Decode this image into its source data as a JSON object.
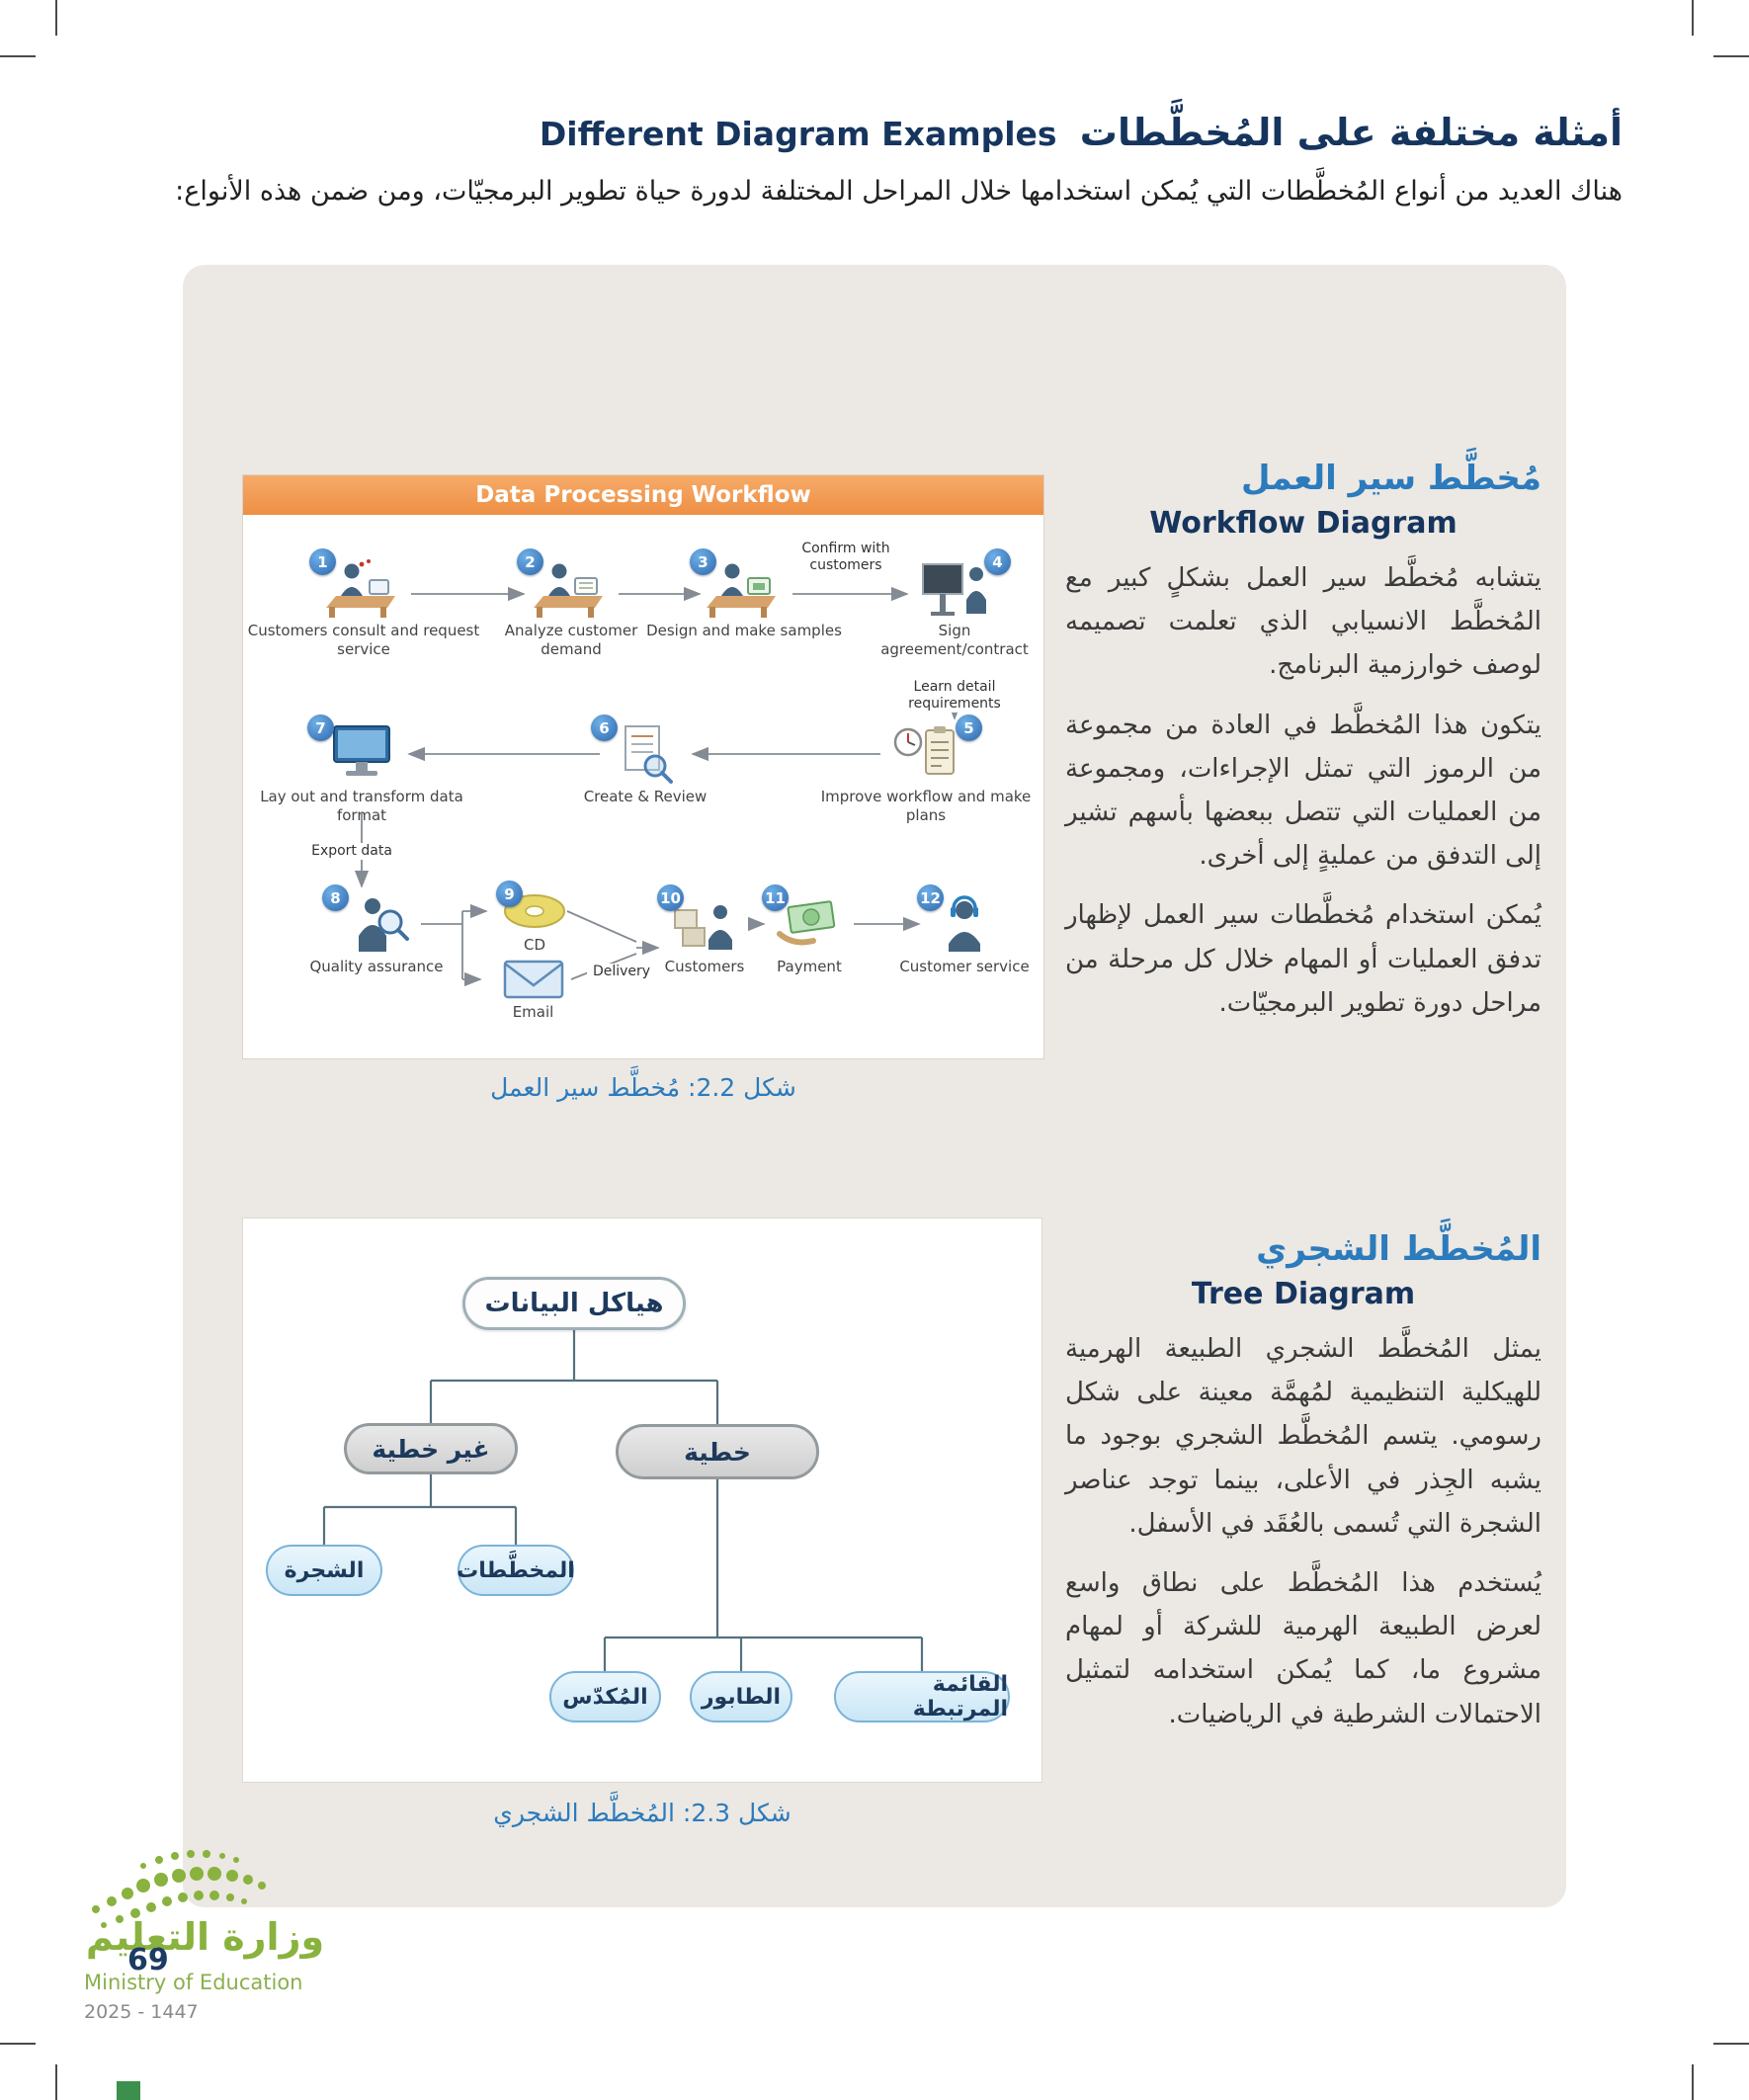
{
  "header": {
    "title_ar": "أمثلة مختلفة على المُخطَّطات",
    "title_en": "Different Diagram Examples",
    "intro": "هناك العديد من أنواع المُخطَّطات التي يُمكن استخدامها خلال المراحل المختلفة لدورة حياة تطوير البرمجيّات، ومن ضمن هذه الأنواع:"
  },
  "workflow": {
    "heading_ar": "مُخطَّط سير العمل",
    "heading_en": "Workflow Diagram",
    "paragraphs": [
      "يتشابه مُخطَّط سير العمل بشكلٍ كبير مع المُخطَّط الانسيابي الذي تعلمت تصميمه لوصف خوارزمية البرنامج.",
      "يتكون هذا المُخطَّط في العادة من مجموعة من الرموز التي تمثل الإجراءات، ومجموعة من العمليات التي تتصل ببعضها بأسهم تشير إلى التدفق من عمليةٍ إلى أخرى.",
      "يُمكن استخدام مُخطَّطات سير العمل لإظهار تدفق العمليات أو المهام خلال كل مرحلة من مراحل دورة تطوير البرمجيّات."
    ],
    "figure": {
      "title": "Data Processing Workflow",
      "caption": "شكل 2.2: مُخطَّط سير العمل",
      "steps": [
        {
          "num": "1",
          "label": "Customers consult and request service"
        },
        {
          "num": "2",
          "label": "Analyze customer demand"
        },
        {
          "num": "3",
          "label": "Design and make samples"
        },
        {
          "num": "4",
          "label": "Sign agreement/contract"
        },
        {
          "num": "5",
          "label": "Improve workflow and make plans"
        },
        {
          "num": "6",
          "label": "Create & Review"
        },
        {
          "num": "7",
          "label": "Lay out and transform data format"
        },
        {
          "num": "8",
          "label": "Quality assurance"
        },
        {
          "num": "9",
          "label": "CD"
        },
        {
          "num": "10",
          "label": "Customers"
        },
        {
          "num": "11",
          "label": "Payment"
        },
        {
          "num": "12",
          "label": "Customer service"
        }
      ],
      "annotations": {
        "confirm": "Confirm with customers",
        "learn": "Learn detail requirements",
        "export": "Export data",
        "delivery": "Delivery",
        "email": "Email"
      }
    }
  },
  "tree": {
    "heading_ar": "المُخطَّط الشجري",
    "heading_en": "Tree Diagram",
    "paragraphs": [
      "يمثل المُخطَّط الشجري الطبيعة الهرمية للهيكلية التنظيمية لمُهمَّة معينة على شكل رسومي. يتسم المُخطَّط الشجري بوجود ما يشبه الجِذر في الأعلى، بينما توجد عناصر الشجرة التي تُسمى بالعُقَد في الأسفل.",
      "يُستخدم هذا المُخطَّط على نطاق واسع لعرض الطبيعة الهرمية للشركة أو لمهام مشروع ما، كما يُمكن استخدامه لتمثيل الاحتمالات الشرطية في الرياضيات."
    ],
    "figure": {
      "caption": "شكل 2.3: المُخطَّط الشجري",
      "root": "هياكل البيانات",
      "branch_nonlinear": "غير خطية",
      "branch_linear": "خطية",
      "leaf_tree": "الشجرة",
      "leaf_graphs": "المخطَّطات",
      "leaf_stack": "المُكدّس",
      "leaf_queue": "الطابور",
      "leaf_linkedlist": "القائمة المرتبطة"
    }
  },
  "footer": {
    "page_number": "69",
    "ministry_ar": "وزارة التعليم",
    "ministry_en": "Ministry of Education",
    "edition": "2025 - 1447"
  },
  "colors": {
    "accent_blue": "#2b7bbd",
    "heading_navy": "#16355e",
    "figure_header_orange": "#ee8f44",
    "panel_gray": "#ece8e3",
    "logo_green": "#89b23e"
  }
}
